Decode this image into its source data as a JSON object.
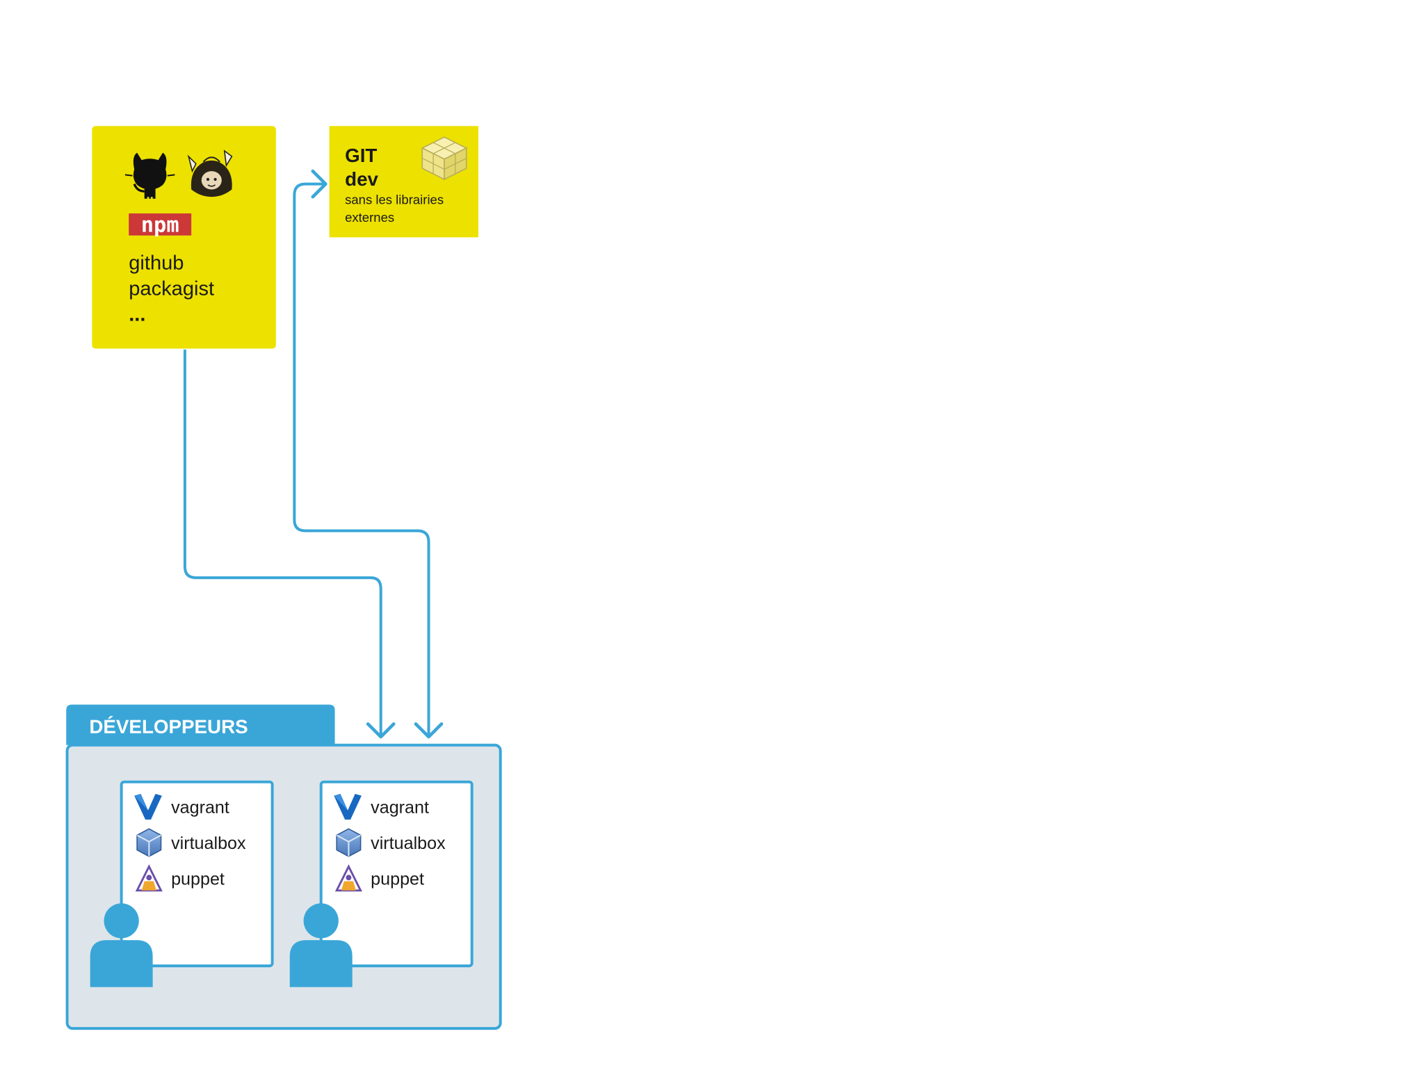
{
  "sources": {
    "npm_logo_text": "npm",
    "lines": [
      "github",
      "packagist",
      "..."
    ]
  },
  "git_box": {
    "title": "GIT",
    "subtitle": "dev",
    "note_line1": "sans les librairies",
    "note_line2": "externes"
  },
  "developers": {
    "header": "DÉVELOPPEURS",
    "workstations": [
      {
        "tools": [
          {
            "icon": "vagrant-icon",
            "label": "vagrant"
          },
          {
            "icon": "virtualbox-icon",
            "label": "virtualbox"
          },
          {
            "icon": "puppet-icon",
            "label": "puppet"
          }
        ]
      },
      {
        "tools": [
          {
            "icon": "vagrant-icon",
            "label": "vagrant"
          },
          {
            "icon": "virtualbox-icon",
            "label": "virtualbox"
          },
          {
            "icon": "puppet-icon",
            "label": "puppet"
          }
        ]
      }
    ]
  },
  "colors": {
    "yellow": "#ede100",
    "blue": "#3aa6d8",
    "panel": "#dde5ea",
    "npm_red": "#cb3837"
  }
}
